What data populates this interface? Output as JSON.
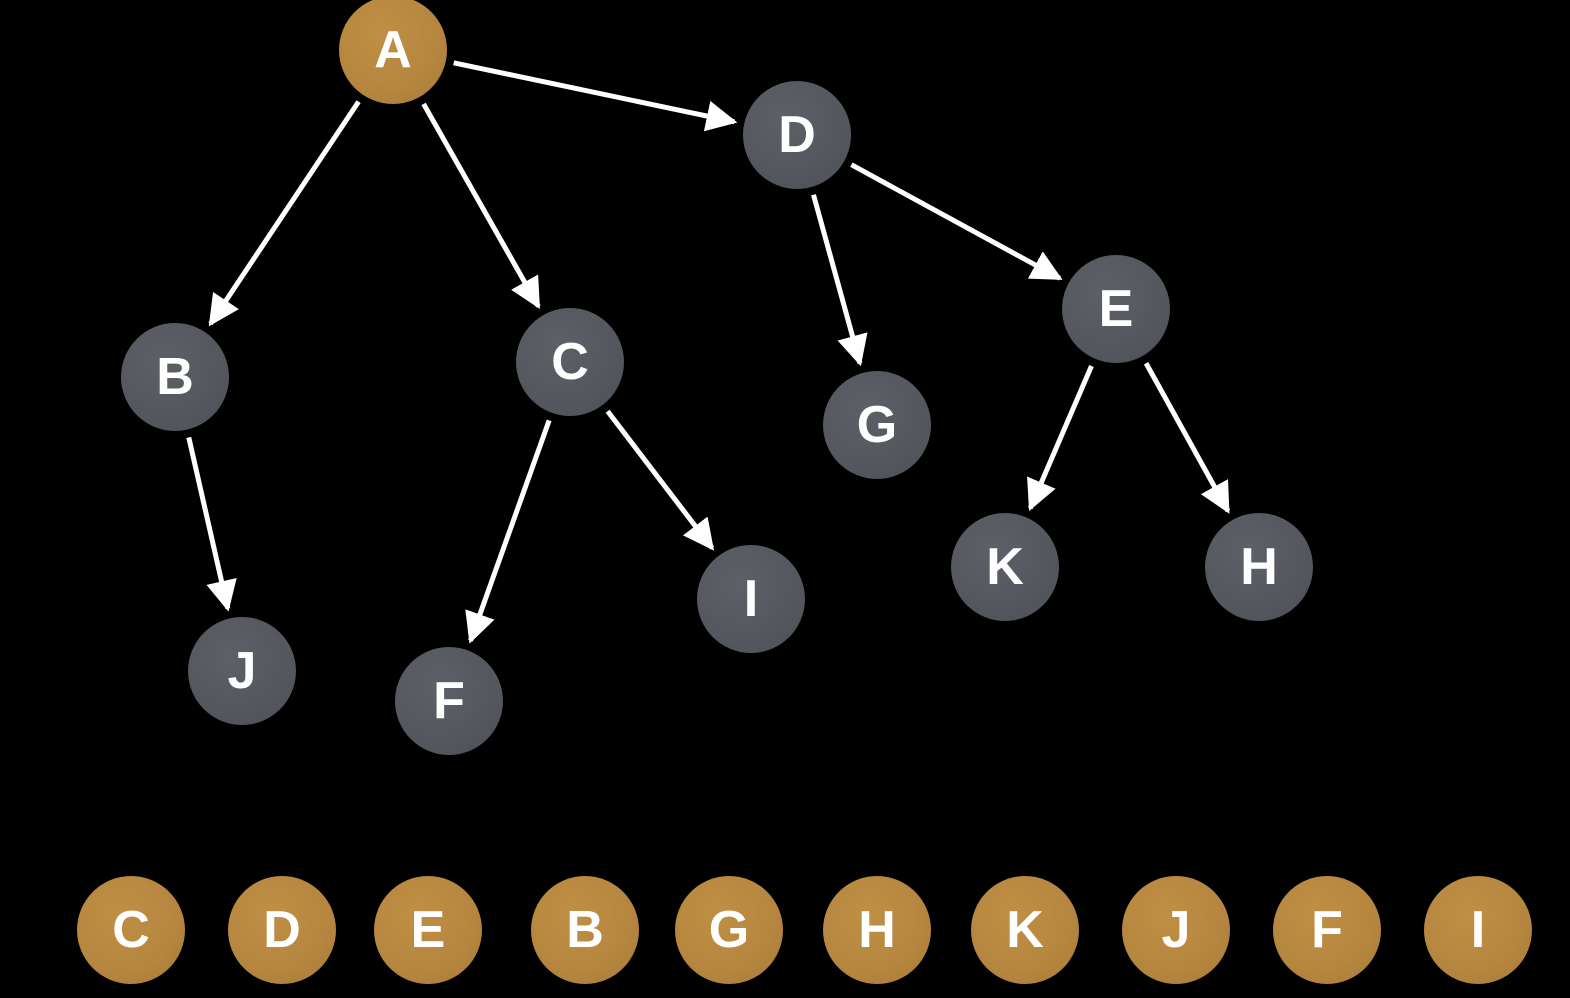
{
  "colors": {
    "background": "#000000",
    "unvisited": "#54575e",
    "visited": "#b5863f",
    "edge": "#ffffff",
    "label": "#ffffff"
  },
  "tree": {
    "nodes": [
      {
        "id": "A",
        "label": "A",
        "state": "visited"
      },
      {
        "id": "B",
        "label": "B",
        "state": "unvisited"
      },
      {
        "id": "C",
        "label": "C",
        "state": "unvisited"
      },
      {
        "id": "D",
        "label": "D",
        "state": "unvisited"
      },
      {
        "id": "E",
        "label": "E",
        "state": "unvisited"
      },
      {
        "id": "F",
        "label": "F",
        "state": "unvisited"
      },
      {
        "id": "G",
        "label": "G",
        "state": "unvisited"
      },
      {
        "id": "H",
        "label": "H",
        "state": "unvisited"
      },
      {
        "id": "I",
        "label": "I",
        "state": "unvisited"
      },
      {
        "id": "J",
        "label": "J",
        "state": "unvisited"
      },
      {
        "id": "K",
        "label": "K",
        "state": "unvisited"
      }
    ],
    "edges": [
      {
        "from": "A",
        "to": "B"
      },
      {
        "from": "A",
        "to": "C"
      },
      {
        "from": "A",
        "to": "D"
      },
      {
        "from": "B",
        "to": "J"
      },
      {
        "from": "C",
        "to": "F"
      },
      {
        "from": "C",
        "to": "I"
      },
      {
        "from": "D",
        "to": "G"
      },
      {
        "from": "D",
        "to": "E"
      },
      {
        "from": "E",
        "to": "K"
      },
      {
        "from": "E",
        "to": "H"
      }
    ]
  },
  "sequence": {
    "items": [
      "C",
      "D",
      "E",
      "B",
      "G",
      "H",
      "K",
      "J",
      "F",
      "I"
    ]
  }
}
